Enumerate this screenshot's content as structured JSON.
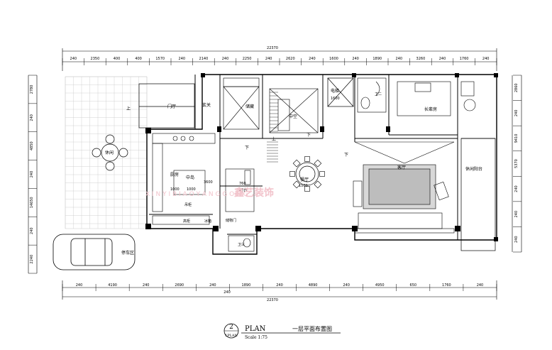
{
  "top_dims": {
    "total": "22370",
    "segments": [
      "240",
      "2350",
      "400",
      "400",
      "1570",
      "240",
      "2140",
      "240",
      "2250",
      "240",
      "2620",
      "240",
      "1600",
      "240",
      "1890",
      "240",
      "3260",
      "240",
      "1760",
      "240"
    ]
  },
  "bottom_dims": {
    "total": "22370",
    "segments": [
      "240",
      "4190",
      "240",
      "2690",
      "240",
      "1890",
      "240",
      "4890",
      "240",
      "4950",
      "650",
      "1760",
      "240"
    ],
    "subtotal": "240"
  },
  "left_dims": [
    "2780",
    "240",
    "4850",
    "240",
    "14650",
    "240",
    "2240"
  ],
  "right_dims": [
    "2860",
    "240",
    "9410",
    "5370",
    "240",
    "240",
    "240"
  ],
  "rooms": {
    "foyer": "门厅",
    "porch": "玄关",
    "storage": "储藏",
    "void": "中空",
    "elevator": "电梯",
    "elevator_size": "1600",
    "bath1": "卫二",
    "bedroom": "长辈房",
    "kitchen": "厨房",
    "island": "中岛",
    "dining": "餐厅",
    "dining_size": "1500",
    "living": "客厅",
    "balcony": "休闲阳台",
    "pantry": "吧台",
    "rest": "休闲",
    "parking": "停车区",
    "garage_door": "储物门",
    "bath2": "卫三",
    "up1": "上",
    "up2": "上",
    "down1": "下",
    "down2": "下",
    "down3": "下",
    "kitchen_w": "1000",
    "kitchen_h": "1000",
    "island_h": "3600",
    "pantry_h": "760",
    "cab1": "高柜",
    "cab2": "冰箱",
    "cab3": "吊柜"
  },
  "title": {
    "number": "2",
    "ref": "1PLAN",
    "plan": "PLAN",
    "chinese": "一层平面布置图",
    "scale": "Scale 1:75"
  },
  "watermark": {
    "latin": "X I N Y I   B I A O   Y A N G   G O N G",
    "brand": "鑫艺装饰"
  }
}
